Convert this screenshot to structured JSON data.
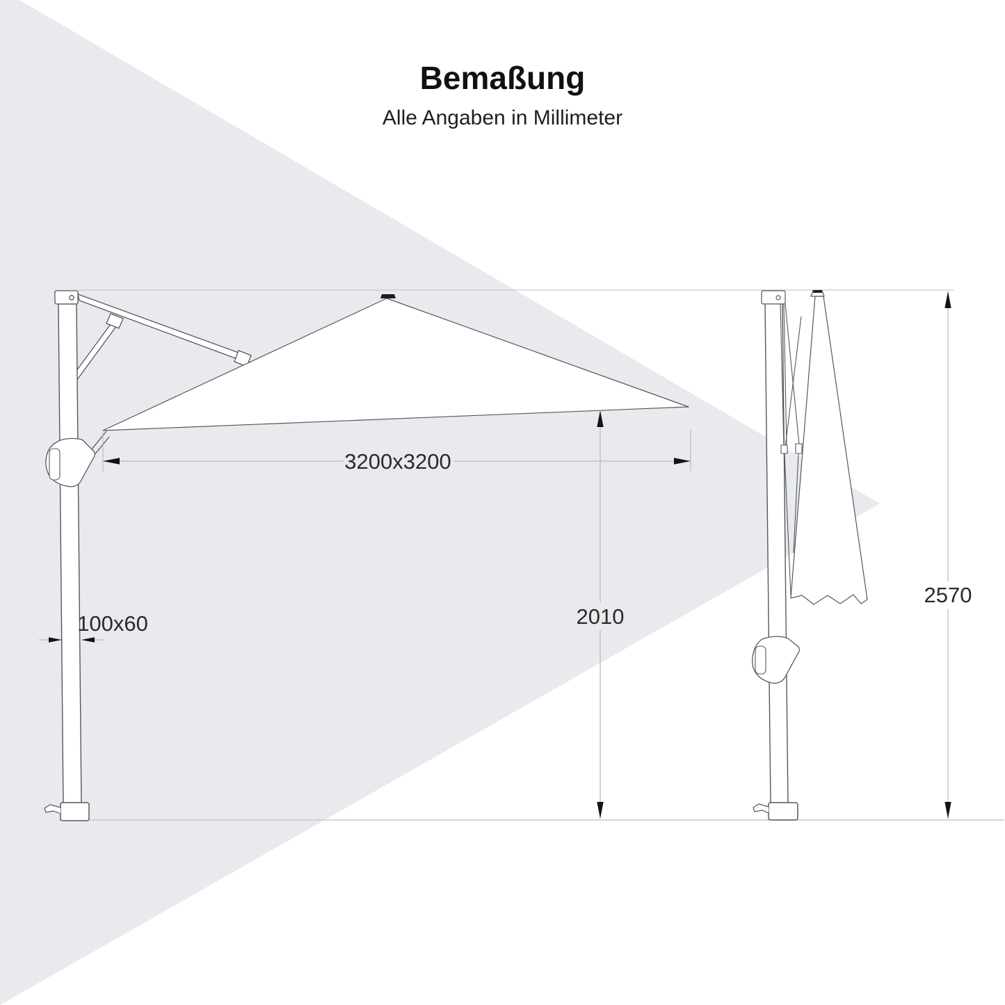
{
  "header": {
    "title": "Bemaßung",
    "subtitle": "Alle Angaben in Millimeter"
  },
  "diagram": {
    "canopy_size_label": "3200x3200",
    "clearance_height_label": "2010",
    "total_height_label": "2570",
    "mast_profile_label": "100x60",
    "colors": {
      "background_wedge": "#e9eaed",
      "outline": "#54585b",
      "dimension_line": "#b5b9bb",
      "ground_line": "#c5c8ca",
      "arrowhead": "#141414",
      "text": "#2a2a2a",
      "finial": "#1c1c1c"
    }
  }
}
